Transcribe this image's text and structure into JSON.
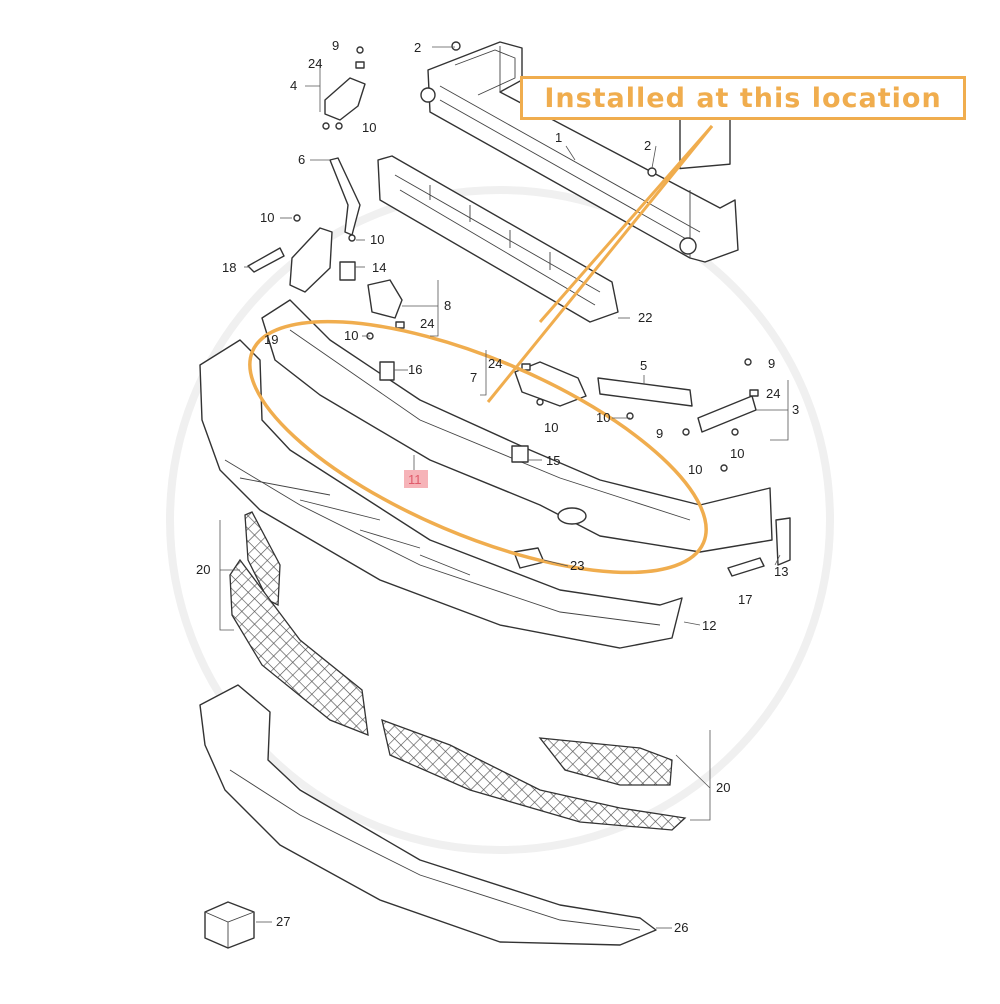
{
  "callout": {
    "text": "Installed at this location",
    "color": "#f0ad4e"
  },
  "highlight_color": "#f6b3b8",
  "labels": {
    "l1": "1",
    "l2a": "2",
    "l2b": "2",
    "l3": "3",
    "l4": "4",
    "l5": "5",
    "l6": "6",
    "l7": "7",
    "l8": "8",
    "l9a": "9",
    "l9b": "9",
    "l9c": "9",
    "l10a": "10",
    "l10b": "10",
    "l10c": "10",
    "l10d": "10",
    "l10e": "10",
    "l10f": "10",
    "l10g": "10",
    "l10h": "10",
    "l11": "11",
    "l12": "12",
    "l13": "13",
    "l14": "14",
    "l15": "15",
    "l16": "16",
    "l17": "17",
    "l18": "18",
    "l19": "19",
    "l20a": "20",
    "l20b": "20",
    "l22": "22",
    "l23": "23",
    "l24a": "24",
    "l24b": "24",
    "l24c": "24",
    "l24d": "24",
    "l26": "26",
    "l27": "27"
  }
}
